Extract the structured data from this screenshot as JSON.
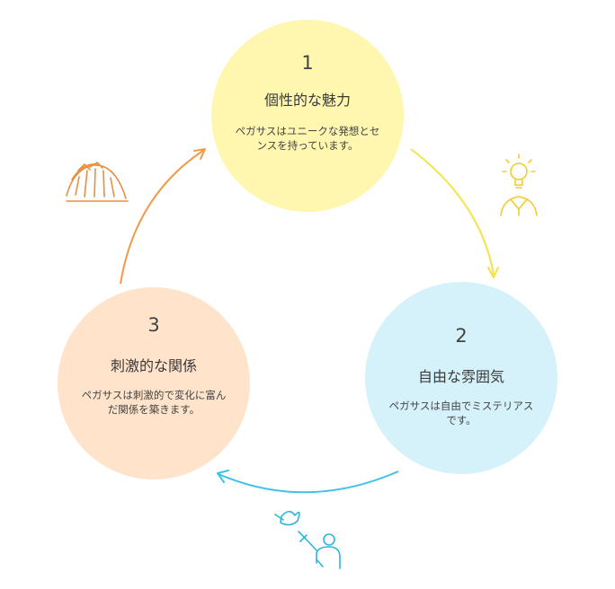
{
  "colors": {
    "circle_1": "#FFF6B0",
    "circle_2": "#D5F2FB",
    "circle_3": "#FFE3CB",
    "arrow_1_to_2": "#F5E246",
    "arrow_2_to_3": "#3FC2E8",
    "arrow_3_to_1": "#F09A4A"
  },
  "nodes": [
    {
      "number": "1",
      "title": "個性的な魅力",
      "description": "ペガサスはユニークな発想とセンスを持っています。",
      "icon": "idea-person-icon"
    },
    {
      "number": "2",
      "title": "自由な雰囲気",
      "description": "ペガサスは自由でミステリアスです。",
      "icon": "dove-release-icon"
    },
    {
      "number": "3",
      "title": "刺激的な関係",
      "description": "ペガサスは刺激的で変化に富んだ関係を築きます。",
      "icon": "roller-coaster-icon"
    }
  ]
}
